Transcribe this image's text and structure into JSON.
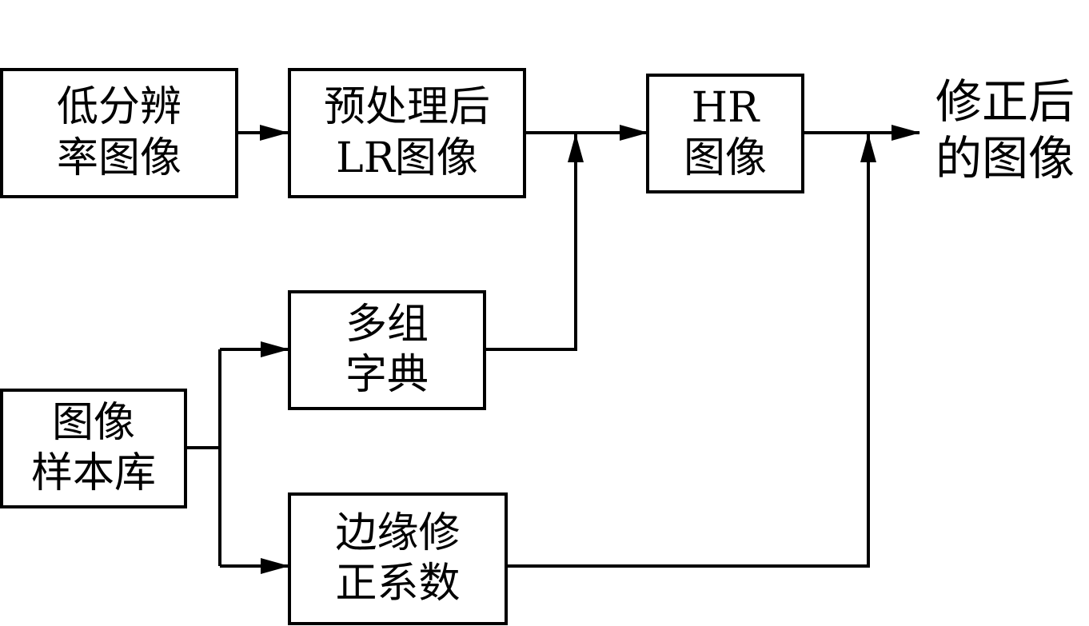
{
  "nodes": {
    "low_res": {
      "line1": "低分辨",
      "line2": "率图像"
    },
    "preprocessed": {
      "line1": "预处理后",
      "line2": "LR图像"
    },
    "hr": {
      "line1": "HR",
      "line2": "图像"
    },
    "output": {
      "line1": "修正后",
      "line2": "的图像"
    },
    "dictionaries": {
      "line1": "多组",
      "line2": "字典"
    },
    "sample_library": {
      "line1": "图像",
      "line2": "样本库"
    },
    "edge_coeff": {
      "line1": "边缘修",
      "line2": "正系数"
    }
  },
  "colors": {
    "stroke": "#000000",
    "background": "#ffffff"
  }
}
